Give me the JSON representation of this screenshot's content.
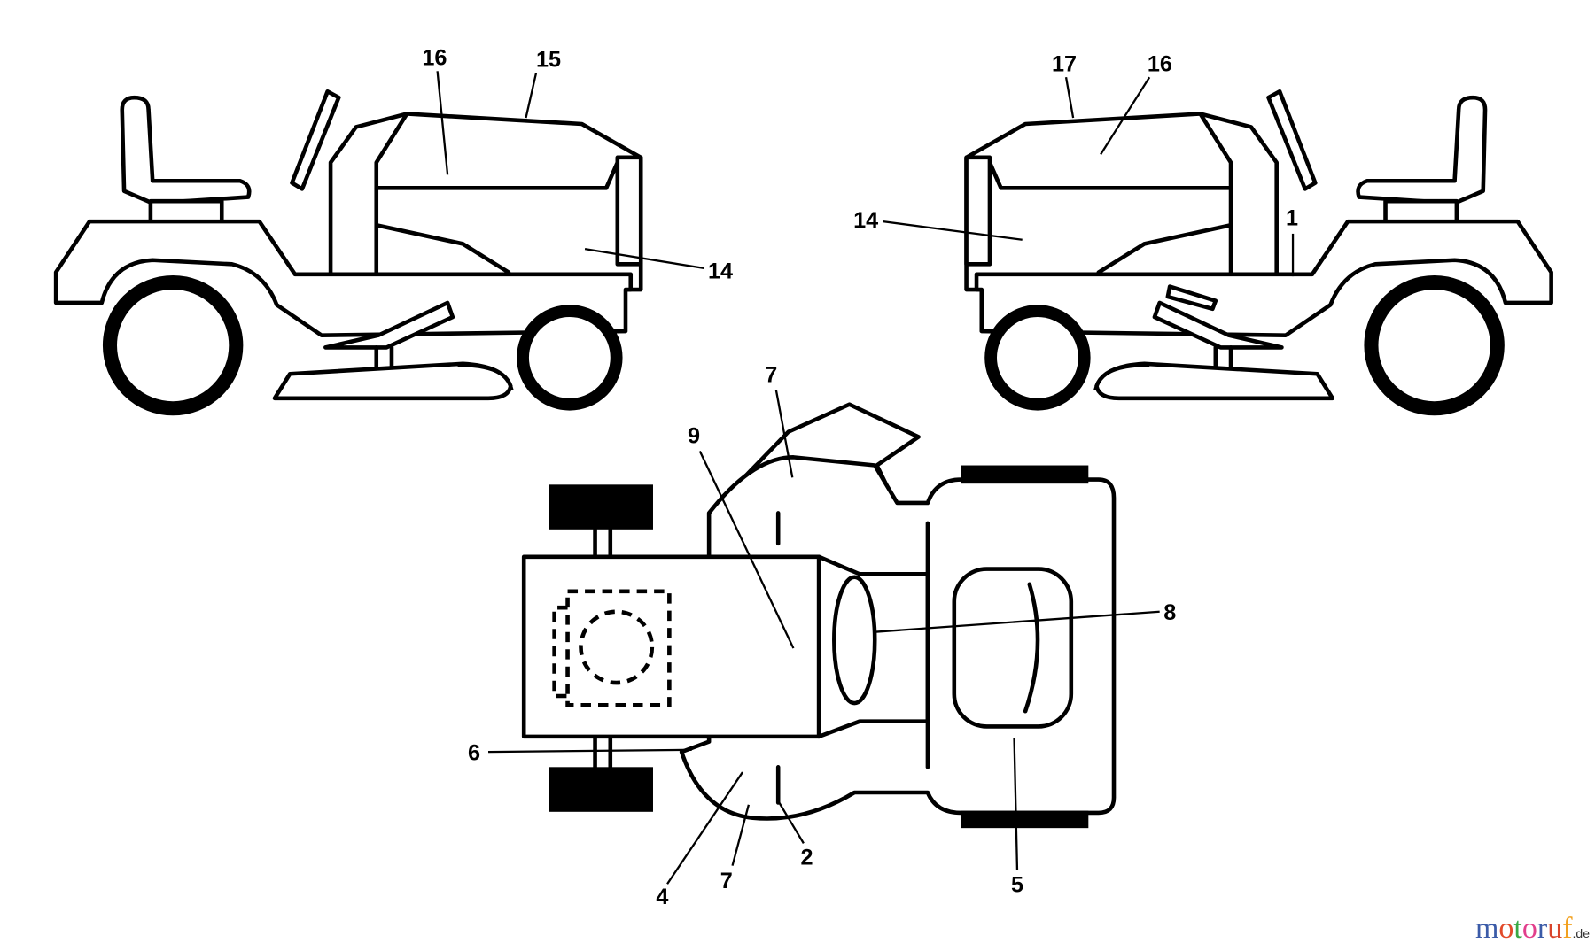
{
  "diagram": {
    "left_view_labels": {
      "a": "16",
      "b": "15",
      "c": "14"
    },
    "right_view_labels": {
      "a": "17",
      "b": "16",
      "c": "14",
      "d": "1"
    },
    "top_view_labels": {
      "l7a": "7",
      "l9": "9",
      "l8": "8",
      "l6": "6",
      "l4": "4",
      "l7b": "7",
      "l2": "2",
      "l5": "5"
    }
  },
  "watermark": {
    "text": "motoruf",
    "suffix": ".de",
    "colors": [
      "#3b5ba8",
      "#e24a2a",
      "#39a845",
      "#e23f8c",
      "#3b5ba8",
      "#d9442b",
      "#f2a11f",
      "#f2c81f"
    ]
  }
}
